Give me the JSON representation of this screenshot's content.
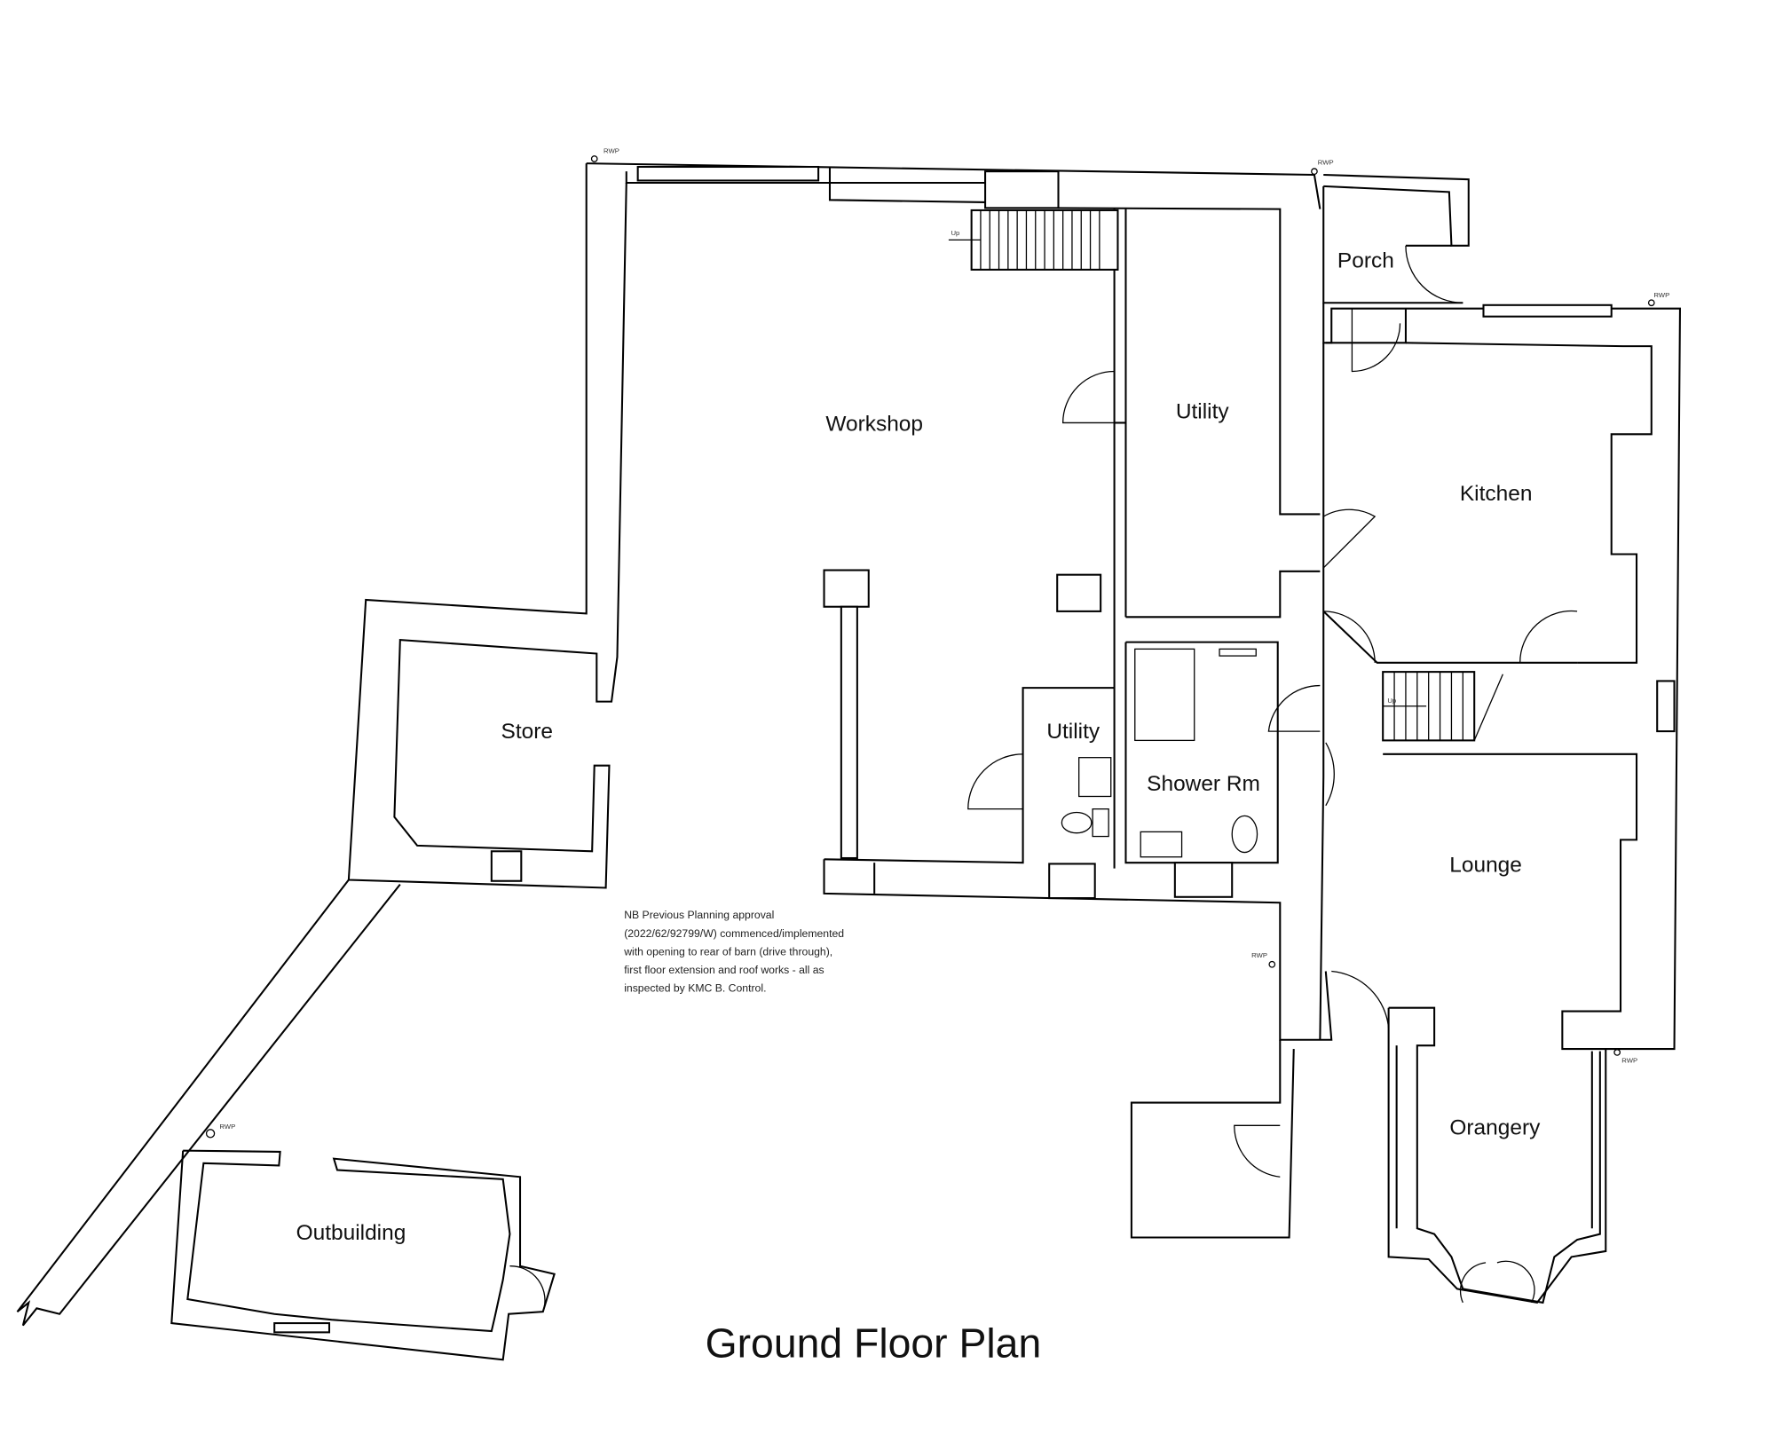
{
  "title": "Ground Floor Plan",
  "rooms": {
    "workshop": "Workshop",
    "utility_main": "Utility",
    "porch": "Porch",
    "kitchen": "Kitchen",
    "store": "Store",
    "utility_small": "Utility",
    "shower": "Shower Rm",
    "lounge": "Lounge",
    "orangery": "Orangery",
    "outbuilding": "Outbuilding"
  },
  "labels": {
    "rwp": "RWP",
    "up": "Up"
  },
  "note": [
    "NB Previous Planning approval",
    "(2022/62/92799/W) commenced/implemented",
    "with opening to rear of barn (drive through),",
    "first floor extension and roof works - all as",
    "inspected by KMC B. Control."
  ]
}
